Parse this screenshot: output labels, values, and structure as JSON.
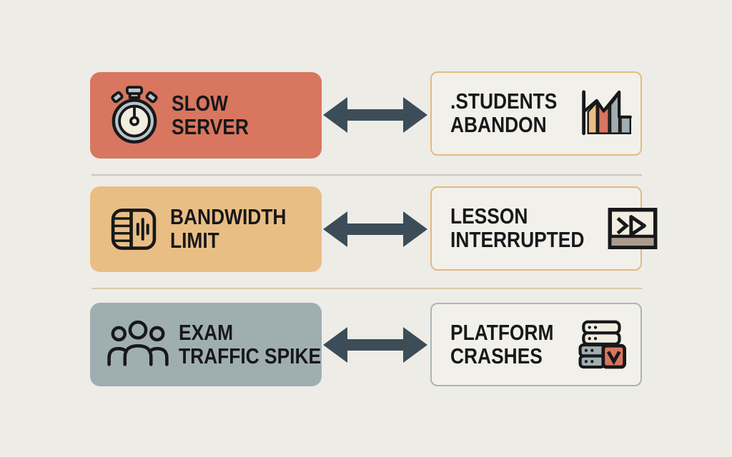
{
  "colors": {
    "background": "#EDECE7",
    "salmon": "#D8765F",
    "tan": "#E9BE85",
    "grayblue": "#9FAEB1",
    "arrow": "#3C4D58",
    "border-tan": "#E2BB80",
    "border-gray": "#A9B6B9",
    "card-bg": "#F2F0EA",
    "divider-1": "#C9C4BF",
    "divider-2": "#DCC8AE",
    "text": "#17181A",
    "cream": "#F2EDE1",
    "ring": "#B9C6C8",
    "taupe": "#AC9C8D"
  },
  "rows": [
    {
      "cause": {
        "line1": "SLOW",
        "line2": "SERVER",
        "icon": "stopwatch-icon"
      },
      "effect": {
        "line1": ".STUDENTS",
        "line2": "ABANDON",
        "icon": "declining-chart-icon"
      }
    },
    {
      "cause": {
        "line1": "BANDWIDTH",
        "line2": "LIMIT",
        "icon": "bandwidth-icon"
      },
      "effect": {
        "line1": "LESSON",
        "line2": "INTERRUPTED",
        "icon": "video-player-icon"
      }
    },
    {
      "cause": {
        "line1": "EXAM",
        "line2": "TRAFFIC SPIKE",
        "icon": "people-group-icon"
      },
      "effect": {
        "line1": "PLATFORM",
        "line2": "CRASHES",
        "icon": "server-crash-icon"
      }
    }
  ]
}
